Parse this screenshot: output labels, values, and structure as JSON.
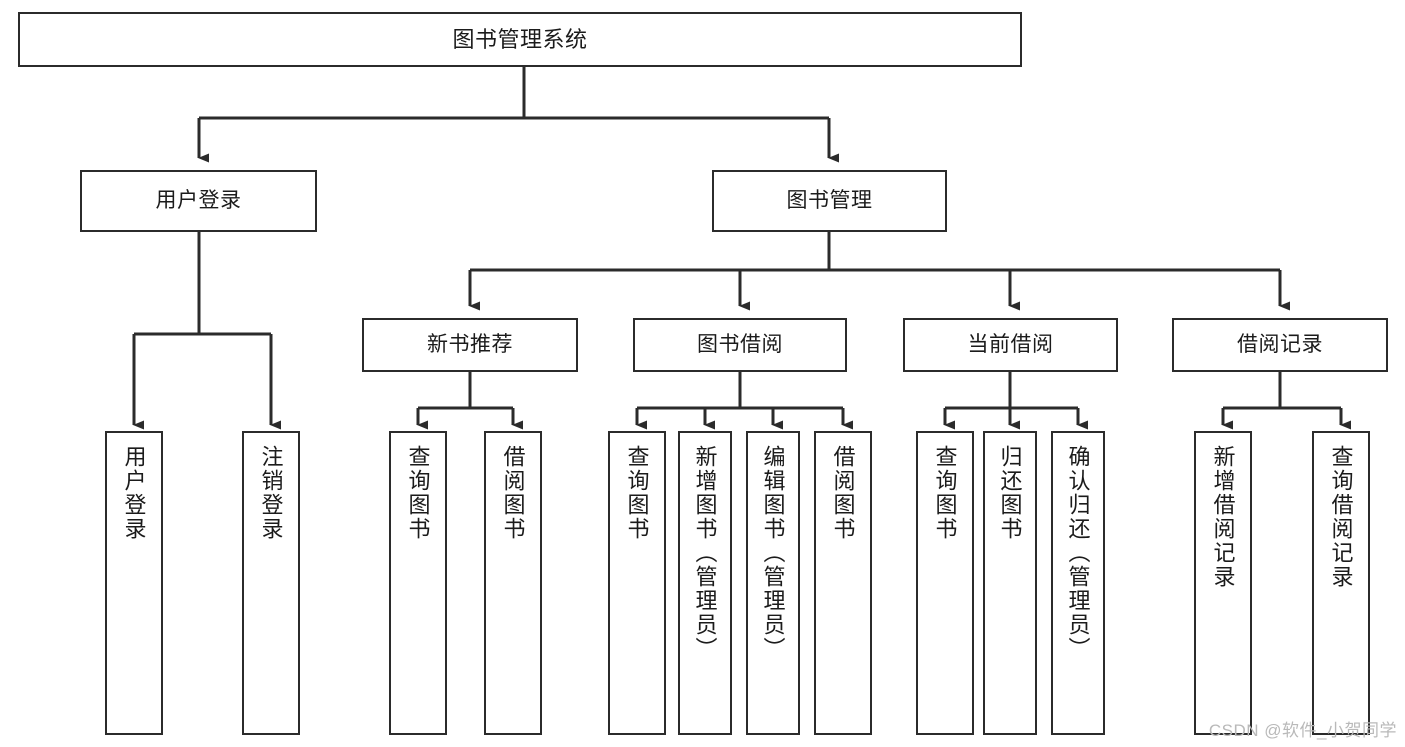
{
  "diagram": {
    "type": "tree-hierarchy-chart",
    "title": "图书管理系统",
    "watermark": "CSDN @软件_小贺同学",
    "stroke_color": "#2b2b2b",
    "fill_color": "#ffffff",
    "text_color": "#1b1b1b"
  },
  "nodes": {
    "root": {
      "label": "图书管理系统"
    },
    "level2": [
      {
        "id": "user-login",
        "label": "用户登录"
      },
      {
        "id": "book-management",
        "label": "图书管理"
      }
    ],
    "level3": [
      {
        "id": "new-book-recommend",
        "label": "新书推荐"
      },
      {
        "id": "book-borrow",
        "label": "图书借阅"
      },
      {
        "id": "current-borrow",
        "label": "当前借阅"
      },
      {
        "id": "borrow-record",
        "label": "借阅记录"
      }
    ],
    "leaves": {
      "user_login": [
        {
          "id": "leaf-user-login",
          "label": "用户登录"
        },
        {
          "id": "leaf-logout-login",
          "label": "注销登录"
        }
      ],
      "new_book_recommend": [
        {
          "id": "leaf-query-book-1",
          "label": "查询图书"
        },
        {
          "id": "leaf-borrow-book-1",
          "label": "借阅图书"
        }
      ],
      "book_borrow": [
        {
          "id": "leaf-query-book-2",
          "label": "查询图书"
        },
        {
          "id": "leaf-add-book",
          "label": "新增图书（管理员）"
        },
        {
          "id": "leaf-edit-book",
          "label": "编辑图书（管理员）"
        },
        {
          "id": "leaf-borrow-book-2",
          "label": "借阅图书"
        }
      ],
      "current_borrow": [
        {
          "id": "leaf-query-book-3",
          "label": "查询图书"
        },
        {
          "id": "leaf-return-book",
          "label": "归还图书"
        },
        {
          "id": "leaf-confirm-return",
          "label": "确认归还（管理员）"
        }
      ],
      "borrow_record": [
        {
          "id": "leaf-add-record",
          "label": "新增借阅记录"
        },
        {
          "id": "leaf-query-record",
          "label": "查询借阅记录"
        }
      ]
    }
  }
}
